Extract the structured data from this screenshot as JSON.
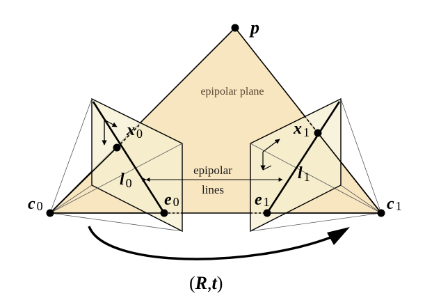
{
  "labels": {
    "p": "p",
    "x0": "x",
    "x0_sub": "0",
    "x1": "x",
    "x1_sub": "1",
    "c0": "c",
    "c0_sub": "0",
    "c1": "c",
    "c1_sub": "1",
    "e0": "e",
    "e0_sub": "0",
    "e1": "e",
    "e1_sub": "1",
    "l0": "l",
    "l0_sub": "0",
    "l1": "l",
    "l1_sub": "1",
    "plane": "epipolar plane",
    "lines_line1": "epipolar",
    "lines_line2": "lines",
    "motion_open": "(",
    "motion_R": "R",
    "motion_comma": ",",
    "motion_t": "t",
    "motion_close": ")"
  },
  "colors": {
    "plane_fill": "#f8e6c0",
    "image_plane_fill": "#f5efd2",
    "plane_text": "#5a4632",
    "stroke": "#000000"
  }
}
